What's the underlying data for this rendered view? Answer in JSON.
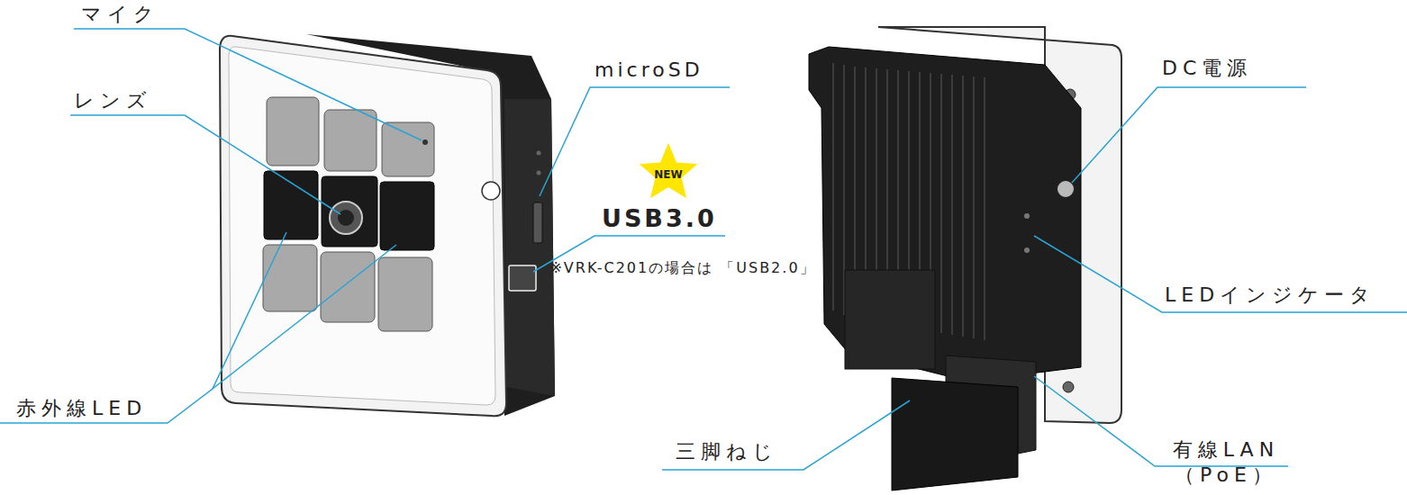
{
  "diagram": {
    "nodes": [
      {
        "text": [
          "NEW"
        ]
      }
    ],
    "labels": [
      "マイク",
      "レンズ",
      "赤外線LED",
      "microSD",
      "USB3.0",
      "※VRK-C201の場合は 「USB2.0」",
      "DC電源",
      "LEDインジケータ",
      "三脚ねじ",
      "有線LAN （PoE）"
    ]
  }
}
